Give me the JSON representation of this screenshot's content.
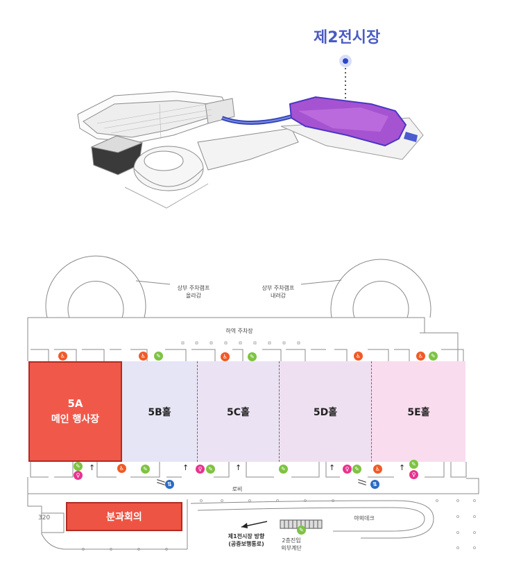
{
  "overview": {
    "title": "제2전시장",
    "title_color": "#4a5ac4"
  },
  "floor": {
    "ramps": {
      "up": [
        "상부 주차램프",
        "올라감"
      ],
      "down": [
        "상부 주차램프",
        "내려감"
      ]
    },
    "parking": "하역 주차장",
    "halls": {
      "main": [
        "5A",
        "메인 행사장"
      ],
      "b": "5B홀",
      "c": "5C홀",
      "d": "5D홀",
      "e": "5E홀"
    },
    "lobby": "로비",
    "room_number": "320",
    "conference": "분과회의",
    "outdoor_deck": "야외데크",
    "walkway": [
      "제1전시장 방향",
      "(공중보행통로)"
    ],
    "stairs": [
      "2층진입",
      "외부계단"
    ]
  },
  "colors": {
    "main_hall": "#f0594a",
    "hall_b": "#e6e5f6",
    "hall_c": "#ebe2f3",
    "hall_d": "#efe0f1",
    "hall_e": "#f9dcee",
    "restroom": "#f05a28",
    "accessibility": "#7ec342",
    "nursing": "#e8338f",
    "escalator": "#2b6cc4"
  },
  "icons": [
    "restroom-icon",
    "accessible-icon",
    "nursing-room-icon",
    "escalator-icon",
    "up-arrow-icon"
  ]
}
